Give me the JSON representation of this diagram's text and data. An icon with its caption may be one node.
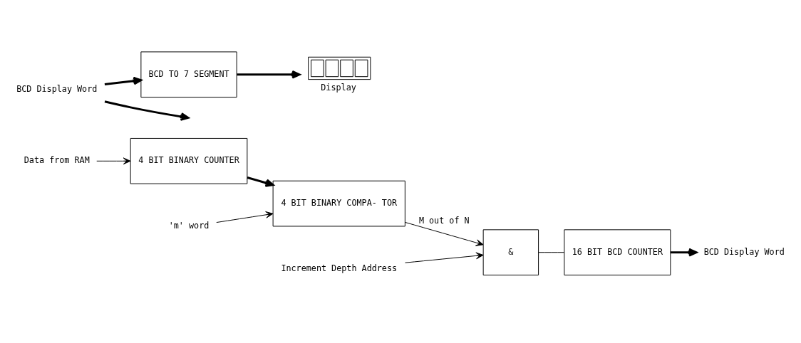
{
  "diagram": {
    "nodes": [
      {
        "text": [
          "Data from RAM"
        ]
      },
      {
        "text": [
          "4 BIT BINARY COUNTER"
        ]
      },
      {
        "text": [
          "4 BIT BINARY COMPA- TOR"
        ]
      },
      {
        "text": [
          "'m' word"
        ]
      },
      {
        "text": [
          "&"
        ]
      },
      {
        "text": [
          "Increment Depth Address"
        ]
      },
      {
        "text": [
          "16 BIT BCD COUNTER"
        ]
      },
      {
        "text": [
          "BCD Display Word"
        ]
      },
      {
        "text": [
          "BCD Display Word"
        ]
      },
      {
        "text": [
          "BCD TO 7 SEGMENT"
        ]
      },
      {
        "text": [],
        "shape": "picture",
        "beside": [
          "Display"
        ]
      }
    ],
    "edges": [
      {
        "from": 0,
        "to": 1,
        "arrow": "to"
      },
      {
        "from": 1,
        "to": 2,
        "arrow": "to",
        "style": "thick"
      },
      {
        "from": 3,
        "to": 2,
        "arrow": "to"
      },
      {
        "from": 2,
        "to": 4,
        "arrow": "to",
        "label": "M out of N"
      },
      {
        "from": 5,
        "to": 4,
        "arrow": "to"
      },
      {
        "from": 4,
        "to": 6,
        "arrow": "none"
      },
      {
        "from": 6,
        "to": 7,
        "arrow": "to",
        "style": "thick"
      },
      {
        "from": 8,
        "to": 9,
        "arrow": "to",
        "style": "thick"
      },
      {
        "from": 9,
        "to": 10,
        "arrow": "to",
        "style": "thick"
      },
      {
        "from": 8,
        "to": null,
        "arrow": "to",
        "style": "thick"
      }
    ]
  }
}
